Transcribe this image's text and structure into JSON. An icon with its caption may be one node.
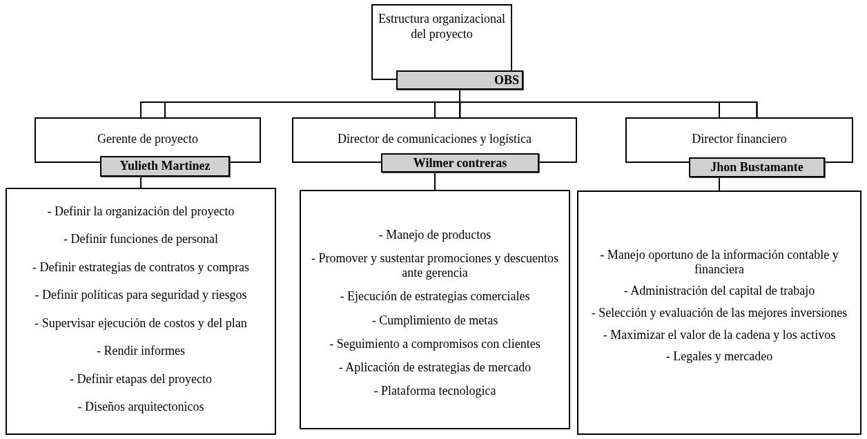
{
  "diagram": {
    "nodes": [
      {
        "text": [
          "Estructura organizacional del proyecto",
          "OBS"
        ]
      },
      {
        "text": [
          "Gerente de proyecto",
          "Yulieth Martinez"
        ]
      },
      {
        "text": [
          "Director de comunicaciones  y logística",
          "Wilmer contreras"
        ]
      },
      {
        "text": [
          "Director financiero",
          "Jhon Bustamante"
        ]
      },
      {
        "text": [
          "- Definir la organización del proyecto",
          "- Definir funciones de personal",
          "- Definir estrategias de contratos y compras",
          "- Definir políticas para seguridad y riesgos",
          "- Supervisar ejecución de costos y del plan",
          "- Rendir informes",
          "- Definir etapas del proyecto",
          "- Diseños arquitectonicos"
        ]
      },
      {
        "text": [
          "- Manejo de productos",
          "- Promover y sustentar promociones y descuentos ante gerencia",
          "- Ejecución de estrategias comerciales",
          "- Cumplimiento de metas",
          "- Seguimiento a compromisos con clientes",
          "- Aplicación de estrategias de mercado",
          "- Plataforma tecnologica"
        ]
      },
      {
        "text": [
          "- Manejo oportuno de la información contable y financiera",
          "- Administración del capital de trabajo",
          "- Selección y evaluación de las mejores inversiones",
          "- Maximizar el valor de la cadena y los activos",
          "- Legales y mercadeo"
        ]
      }
    ],
    "edges": [
      {
        "from": 0,
        "to": 1,
        "arrow": "none"
      },
      {
        "from": 0,
        "to": 2,
        "arrow": "none"
      },
      {
        "from": 0,
        "to": 3,
        "arrow": "none"
      },
      {
        "from": 1,
        "to": 4,
        "arrow": "none"
      },
      {
        "from": 2,
        "to": 5,
        "arrow": "none"
      },
      {
        "from": 3,
        "to": 6,
        "arrow": "none"
      }
    ]
  }
}
